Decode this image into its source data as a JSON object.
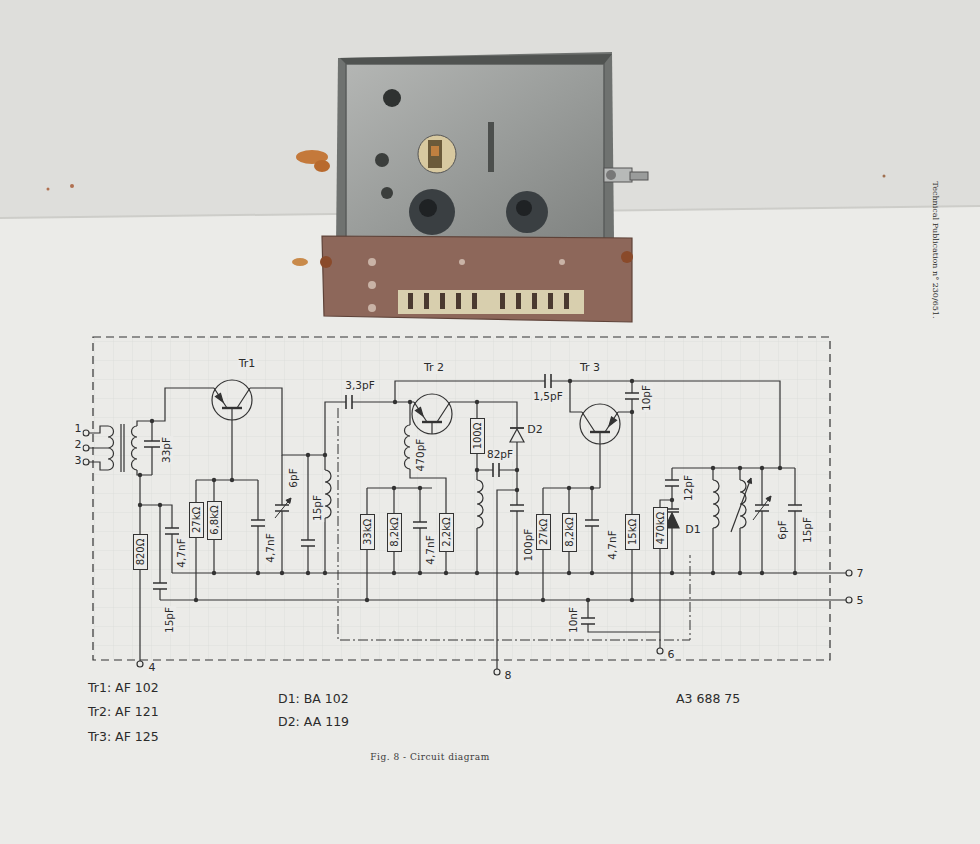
{
  "diagram": {
    "caption": "Fig. 8 - Circuit diagram",
    "nodes": [
      {
        "text": [
          "820Ω"
        ]
      },
      {
        "text": [
          "27kΩ"
        ]
      },
      {
        "text": [
          "6,8kΩ"
        ]
      },
      {
        "text": [
          "33kΩ"
        ]
      },
      {
        "text": [
          "8,2kΩ"
        ]
      },
      {
        "text": [
          "2,2kΩ"
        ]
      },
      {
        "text": [
          "100Ω"
        ]
      },
      {
        "text": [
          "27kΩ"
        ]
      },
      {
        "text": [
          "8,2kΩ"
        ]
      },
      {
        "text": [
          "15kΩ"
        ]
      },
      {
        "text": [
          "470kΩ"
        ]
      }
    ],
    "labels": [
      "1",
      "2",
      "3",
      "33pF",
      "4,7nF",
      "15pF",
      "Tr1",
      "4,7nF",
      "6pF",
      "15pF",
      "3,3pF",
      "Tr 2",
      "470pF",
      "4,7nF",
      "82pF",
      "100pF",
      "D2",
      "1,5pF",
      "Tr 3",
      "10pF",
      "4,7nF",
      "10nF",
      "12pF",
      "D1",
      "6pF",
      "15pF",
      "7",
      "5",
      "4",
      "8",
      "6",
      "Tr1: AF 102",
      "Tr2: AF 121",
      "Tr3: AF 125",
      "D1: BA 102",
      "D2: AA 119",
      "A3 688 75",
      "Technical Publication n° 230/651."
    ]
  }
}
